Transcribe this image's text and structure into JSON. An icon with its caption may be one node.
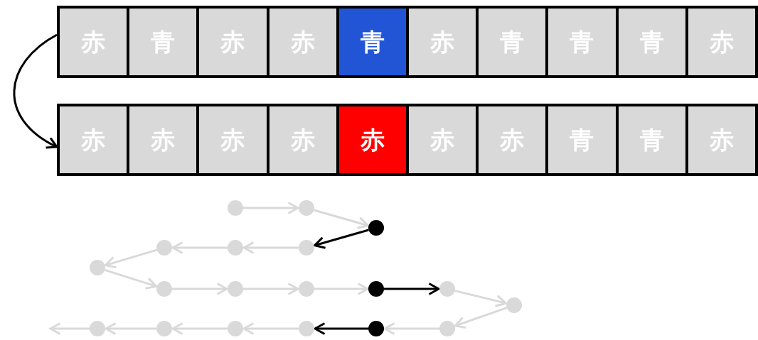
{
  "diagram": {
    "nodes": [
      {
        "text": [],
        "shape": "bar"
      },
      {
        "text": [
          "赤"
        ],
        "in": 0
      },
      {
        "text": [
          "青"
        ],
        "in": 0
      },
      {
        "text": [
          "赤"
        ],
        "in": 0
      },
      {
        "text": [
          "赤"
        ],
        "in": 0
      },
      {
        "text": [
          "青"
        ],
        "in": 0
      },
      {
        "text": [
          "赤"
        ],
        "in": 0
      },
      {
        "text": [
          "青"
        ],
        "in": 0
      },
      {
        "text": [
          "青"
        ],
        "in": 0
      },
      {
        "text": [
          "青"
        ],
        "in": 0
      },
      {
        "text": [
          "赤"
        ],
        "in": 0
      },
      {
        "text": [],
        "shape": "bar"
      },
      {
        "text": [
          "赤"
        ],
        "in": 11
      },
      {
        "text": [
          "赤"
        ],
        "in": 11
      },
      {
        "text": [
          "赤"
        ],
        "in": 11
      },
      {
        "text": [
          "赤"
        ],
        "in": 11
      },
      {
        "text": [
          "赤"
        ],
        "in": 11
      },
      {
        "text": [
          "赤"
        ],
        "in": 11
      },
      {
        "text": [
          "赤"
        ],
        "in": 11
      },
      {
        "text": [
          "青"
        ],
        "in": 11
      },
      {
        "text": [
          "青"
        ],
        "in": 11
      },
      {
        "text": [
          "赤"
        ],
        "in": 11
      },
      {
        "text": [],
        "shape": "circle"
      },
      {
        "text": [],
        "shape": "circle"
      },
      {
        "text": [],
        "shape": "circle"
      },
      {
        "text": [],
        "shape": "circle"
      },
      {
        "text": [],
        "shape": "circle"
      },
      {
        "text": [],
        "shape": "circle"
      },
      {
        "text": [],
        "shape": "circle"
      },
      {
        "text": [],
        "shape": "circle"
      },
      {
        "text": [],
        "shape": "circle"
      },
      {
        "text": [],
        "shape": "circle"
      },
      {
        "text": [],
        "shape": "circle"
      },
      {
        "text": [],
        "shape": "circle"
      },
      {
        "text": [],
        "shape": "circle"
      },
      {
        "text": [],
        "shape": "circle"
      },
      {
        "text": [],
        "shape": "circle"
      },
      {
        "text": [],
        "shape": "circle"
      },
      {
        "text": [],
        "shape": "circle"
      },
      {
        "text": [],
        "shape": "circle"
      },
      {
        "text": [],
        "shape": "circle"
      }
    ],
    "edges": [
      {
        "from": 0,
        "to": 11,
        "arrow": "to",
        "color": "#000000"
      },
      {
        "from": 22,
        "to": 23,
        "arrow": "to"
      },
      {
        "from": 23,
        "to": 24,
        "arrow": "to"
      },
      {
        "from": 24,
        "to": 25,
        "arrow": "to",
        "color": "#000000"
      },
      {
        "from": 25,
        "to": 26,
        "arrow": "to"
      },
      {
        "from": 26,
        "to": 27,
        "arrow": "to"
      },
      {
        "from": 27,
        "to": 28,
        "arrow": "to"
      },
      {
        "from": 28,
        "to": 29,
        "arrow": "to"
      },
      {
        "from": 29,
        "to": 30,
        "arrow": "to"
      },
      {
        "from": 30,
        "to": 31,
        "arrow": "to"
      },
      {
        "from": 31,
        "to": 32,
        "arrow": "to"
      },
      {
        "from": 32,
        "to": 33,
        "arrow": "to",
        "color": "#000000"
      },
      {
        "from": 33,
        "to": 34,
        "arrow": "to"
      },
      {
        "from": 34,
        "to": 35,
        "arrow": "to"
      },
      {
        "from": 35,
        "to": 36,
        "arrow": "to"
      },
      {
        "from": 36,
        "to": 37,
        "arrow": "to",
        "color": "#000000"
      },
      {
        "from": 37,
        "to": 38,
        "arrow": "to"
      },
      {
        "from": 38,
        "to": 39,
        "arrow": "to"
      },
      {
        "from": 39,
        "to": 40,
        "arrow": "to"
      },
      {
        "from": 40,
        "to": null,
        "arrow": "to"
      }
    ]
  }
}
